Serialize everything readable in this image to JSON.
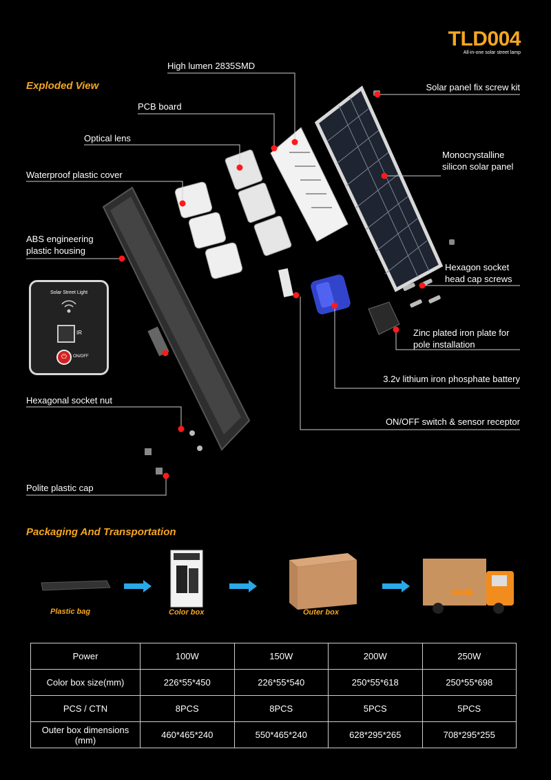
{
  "brand": {
    "title": "TLD004",
    "subtitle": "All-in-one solar street lamp"
  },
  "sections": {
    "exploded": "Exploded View",
    "packaging": "Packaging And Transportation"
  },
  "labels": {
    "led": "High lumen 2835SMD",
    "pcb": "PCB board",
    "lens": "Optical lens",
    "cover": "Waterproof plastic cover",
    "housing_1": "ABS engineering",
    "housing_2": "plastic housing",
    "nut": "Hexagonal socket nut",
    "cap": "Polite plastic cap",
    "screw_kit": "Solar panel fix screw kit",
    "panel_1": "Monocrystalline",
    "panel_2": "silicon solar panel",
    "hex_1": "Hexagon socket",
    "hex_2": "head cap screws",
    "plate_1": "Zinc plated iron plate for",
    "plate_2": "pole installation",
    "battery": "3.2v lithium iron phosphate battery",
    "switch": "ON/OFF switch & sensor receptor"
  },
  "remote": {
    "title": "Solar Street Light",
    "ir": "IR",
    "onoff": "ON/OFF"
  },
  "packaging": [
    {
      "label": "Plastic bag"
    },
    {
      "label": "Color box"
    },
    {
      "label": "Outer box"
    }
  ],
  "table": {
    "headers": [
      "Power",
      "100W",
      "150W",
      "200W",
      "250W"
    ],
    "rows": [
      {
        "label": "Color box size(mm)",
        "values": [
          "226*55*450",
          "226*55*540",
          "250*55*618",
          "250*55*698"
        ]
      },
      {
        "label": "PCS / CTN",
        "values": [
          "8PCS",
          "8PCS",
          "5PCS",
          "5PCS"
        ]
      },
      {
        "label": "Outer box dimensions (mm)",
        "values": [
          "460*465*240",
          "550*465*240",
          "628*295*265",
          "708*295*255"
        ]
      }
    ]
  },
  "colors": {
    "accent": "#f5a623",
    "dot": "#ff1a1a",
    "arrow": "#2aa8e8"
  }
}
